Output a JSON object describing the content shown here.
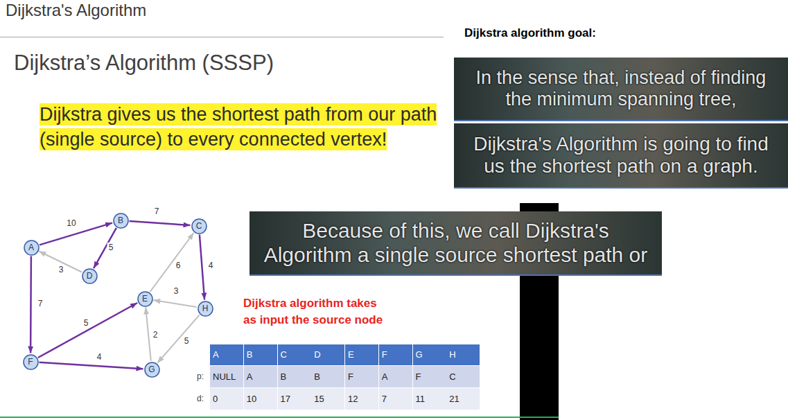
{
  "diagram": {
    "title": "Dijkstra's Algorithm",
    "nodes": [
      {
        "text": [
          "Dijkstra’s Algorithm (SSSP)",
          "Dijkstra gives us the shortest path from our path (single source) to every connected vertex!"
        ]
      },
      {
        "text": [
          "A"
        ],
        "in": 0
      },
      {
        "text": [
          "B"
        ],
        "in": 0
      },
      {
        "text": [
          "C"
        ],
        "in": 0
      },
      {
        "text": [
          "D"
        ],
        "in": 0
      },
      {
        "text": [
          "E"
        ],
        "in": 0
      },
      {
        "text": [
          "F"
        ],
        "in": 0
      },
      {
        "text": [
          "G"
        ],
        "in": 0
      },
      {
        "text": [
          "H"
        ],
        "in": 0
      },
      {
        "text": [
          "In the sense that, instead of finding the minimum spanning tree,"
        ]
      },
      {
        "text": [
          "Dijkstra's Algorithm is going to find us the shortest path on a graph."
        ]
      },
      {
        "text": [
          "Because of this, we call Dijkstra's Algorithm a single source shortest path or"
        ]
      }
    ],
    "edges": [
      {
        "from": 1,
        "to": 2,
        "arrow": "to",
        "label": "10"
      },
      {
        "from": 2,
        "to": 3,
        "arrow": "to",
        "label": "7"
      },
      {
        "from": 2,
        "to": 4,
        "arrow": "to",
        "label": "5"
      },
      {
        "from": 4,
        "to": 1,
        "arrow": "to",
        "label": "3"
      },
      {
        "from": 3,
        "to": 8,
        "arrow": "to",
        "label": "4"
      },
      {
        "from": 5,
        "to": 3,
        "arrow": "to",
        "label": "6"
      },
      {
        "from": 8,
        "to": 5,
        "arrow": "to",
        "label": "3"
      },
      {
        "from": 1,
        "to": 6,
        "arrow": "to",
        "label": "7"
      },
      {
        "from": 6,
        "to": 5,
        "arrow": "to",
        "label": "5"
      },
      {
        "from": 7,
        "to": 5,
        "arrow": "to",
        "label": "2"
      },
      {
        "from": 8,
        "to": 7,
        "arrow": "to",
        "label": "5"
      },
      {
        "from": 6,
        "to": 7,
        "arrow": "to",
        "label": "4"
      }
    ],
    "labels": [
      "Dijkstra algorithm goal:",
      "Dijkstra algorithm takes as input the source node",
      "A",
      "B",
      "C",
      "D",
      "E",
      "F",
      "G",
      "H",
      "p:",
      "NULL",
      "A",
      "B",
      "B",
      "F",
      "A",
      "F",
      "C",
      "d:",
      "0",
      "10",
      "17",
      "15",
      "12",
      "7",
      "11",
      "21"
    ]
  }
}
